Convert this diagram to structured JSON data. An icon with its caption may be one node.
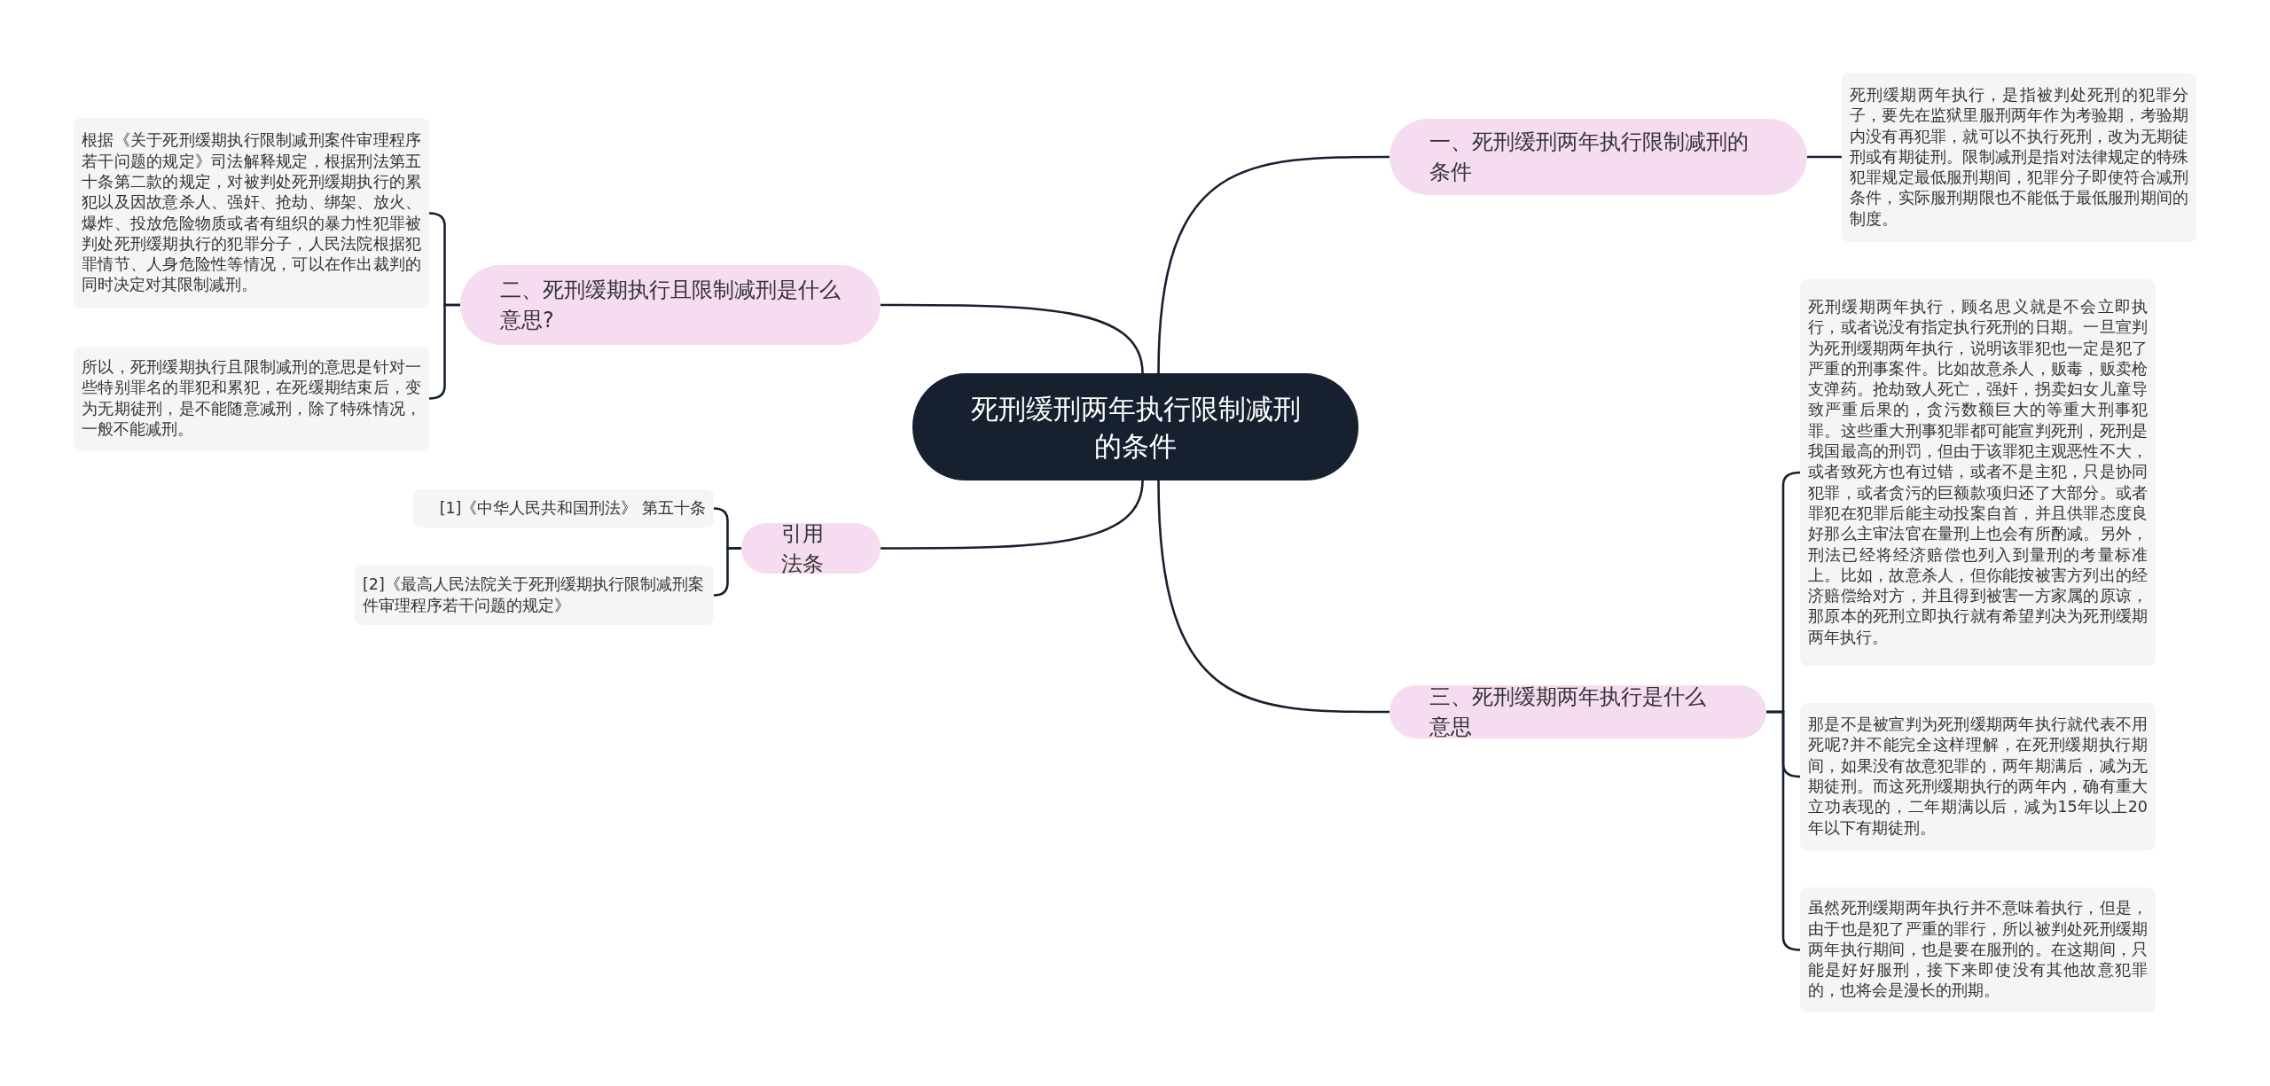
{
  "diagram": {
    "nodes": [
      {
        "text": [
          "死刑缓刑两年执行限制减刑的条件"
        ]
      },
      {
        "text": [
          "一、死刑缓刑两年执行限制减刑的条件"
        ]
      },
      {
        "text": [
          "死刑缓期两年执行，是指被判处死刑的犯罪分子，要先在监狱里服刑两年作为考验期，考验期内没有再犯罪，就可以不执行死刑，改为无期徒刑或有期徒刑。限制减刑是指对法律规定的特殊犯罪规定最低服刑期间，犯罪分子即使符合减刑条件，实际服刑期限也不能低于最低服刑期间的制度。"
        ]
      },
      {
        "text": [
          "二、死刑缓期执行且限制减刑是什么意思?"
        ]
      },
      {
        "text": [
          "根据《关于死刑缓期执行限制减刑案件审理程序若干问题的规定》司法解释规定，根据刑法第五十条第二款的规定，对被判处死刑缓期执行的累犯以及因故意杀人、强奸、抢劫、绑架、放火、爆炸、投放危险物质或者有组织的暴力性犯罪被判处死刑缓期执行的犯罪分子，人民法院根据犯罪情节、人身危险性等情况，可以在作出裁判的同时决定对其限制减刑。"
        ]
      },
      {
        "text": [
          "所以，死刑缓期执行且限制减刑的意思是针对一些特别罪名的罪犯和累犯，在死缓期结束后，变为无期徒刑，是不能随意减刑，除了特殊情况，一般不能减刑。"
        ]
      },
      {
        "text": [
          "引用法条"
        ]
      },
      {
        "text": [
          "[1]《中华人民共和国刑法》 第五十条"
        ]
      },
      {
        "text": [
          "[2]《最高人民法院关于死刑缓期执行限制减刑案件审理程序若干问题的规定》"
        ]
      },
      {
        "text": [
          "三、死刑缓期两年执行是什么意思"
        ]
      },
      {
        "text": [
          "死刑缓期两年执行，顾名思义就是不会立即执行，或者说没有指定执行死刑的日期。一旦宣判为死刑缓期两年执行，说明该罪犯也一定是犯了严重的刑事案件。比如故意杀人，贩毒，贩卖枪支弹药。抢劫致人死亡，强奸，拐卖妇女儿童导致严重后果的，贪污数额巨大的等重大刑事犯罪。这些重大刑事犯罪都可能宣判死刑，死刑是我国最高的刑罚，但由于该罪犯主观恶性不大，或者致死方也有过错，或者不是主犯，只是协同犯罪，或者贪污的巨额款项归还了大部分。或者罪犯在犯罪后能主动投案自首，并且供罪态度良好那么主审法官在量刑上也会有所酌减。另外，刑法已经将经济赔偿也列入到量刑的考量标准上。比如，故意杀人，但你能按被害方列出的经济赔偿给对方，并且得到被害一方家属的原谅，那原本的死刑立即执行就有希望判决为死刑缓期两年执行。"
        ]
      },
      {
        "text": [
          "那是不是被宣判为死刑缓期两年执行就代表不用死呢?并不能完全这样理解，在死刑缓期执行期间，如果没有故意犯罪的，两年期满后，减为无期徒刑。而这死刑缓期执行的两年内，确有重大立功表现的，二年期满以后，减为15年以上20年以下有期徒刑。"
        ]
      },
      {
        "text": [
          "虽然死刑缓期两年执行并不意味着执行，但是，由于也是犯了严重的罪行，所以被判处死刑缓期两年执行期间，也是要在服刑的。在这期间，只能是好好服刑，接下来即使没有其他故意犯罪的，也将会是漫长的刑期。"
        ]
      }
    ],
    "edges": [
      {
        "from": 0,
        "to": 1,
        "arrow": "none"
      },
      {
        "from": 1,
        "to": 2,
        "arrow": "none"
      },
      {
        "from": 0,
        "to": 3,
        "arrow": "none"
      },
      {
        "from": 3,
        "to": 4,
        "arrow": "none"
      },
      {
        "from": 3,
        "to": 5,
        "arrow": "none"
      },
      {
        "from": 0,
        "to": 6,
        "arrow": "none"
      },
      {
        "from": 6,
        "to": 7,
        "arrow": "none"
      },
      {
        "from": 6,
        "to": 8,
        "arrow": "none"
      },
      {
        "from": 0,
        "to": 9,
        "arrow": "none"
      },
      {
        "from": 9,
        "to": 10,
        "arrow": "none"
      },
      {
        "from": 9,
        "to": 11,
        "arrow": "none"
      },
      {
        "from": 9,
        "to": 12,
        "arrow": "none"
      }
    ]
  }
}
